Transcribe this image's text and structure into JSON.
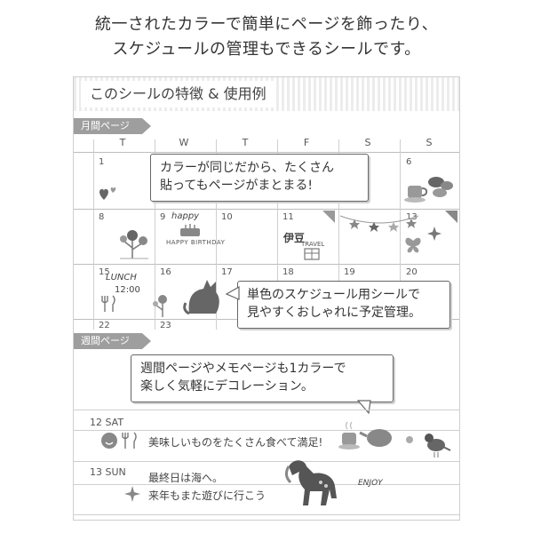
{
  "intro": {
    "line1": "統一されたカラーで簡単にページを飾ったり、",
    "line2": "スケジュールの管理もできるシールです。"
  },
  "panel_title": "このシールの特徴 & 使用例",
  "monthly": {
    "label": "月間ページ",
    "weekdays": [
      "T",
      "W",
      "T",
      "F",
      "S",
      "S"
    ],
    "days": [
      "1",
      "6",
      "8",
      "9",
      "10",
      "11",
      "13",
      "15",
      "16",
      "17",
      "18",
      "19",
      "20",
      "22",
      "23"
    ],
    "stickers": {
      "happy": "happy",
      "happy_birthday": "HAPPY BIRTHDAY",
      "place": "伊豆",
      "travel": "TRAVEL",
      "lunch": "LUNCH",
      "time": "12:00"
    }
  },
  "callouts": {
    "c1_line1": "カラーが同じだから、たくさん",
    "c1_line2": "貼ってもページがまとまる!",
    "c2_line1": "単色のスケジュール用シールで",
    "c2_line2": "見やすくおしゃれに予定管理。",
    "c3_line1": "週間ページやメモページも1カラーで",
    "c3_line2": "楽しく気軽にデコレーション。"
  },
  "weekly": {
    "label": "週間ページ",
    "day1": "12 SAT",
    "day1_text": "美味しいものをたくさん食べて満足!",
    "day2": "13 SUN",
    "day2_line1": "最終日は海へ。",
    "day2_line2": "来年もまた遊びに行こう",
    "enjoy": "ENJOY"
  }
}
